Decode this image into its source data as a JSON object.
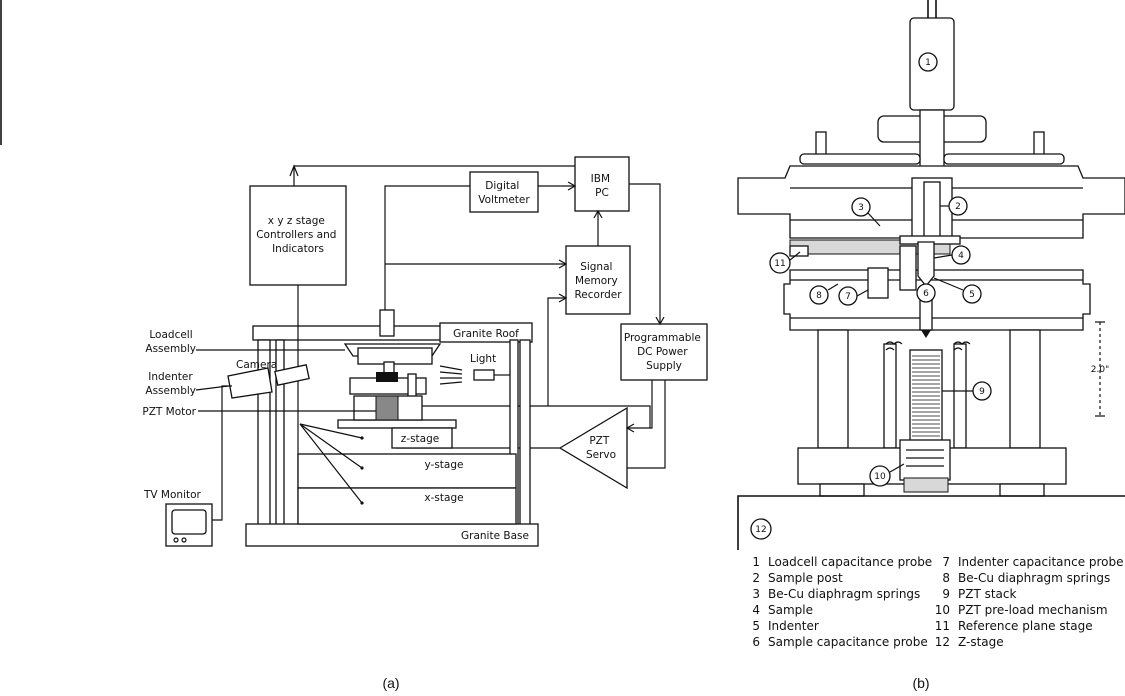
{
  "panel_a": {
    "caption": "(a)",
    "xyz_controller": [
      "x y z stage",
      "Controllers and",
      "Indicators"
    ],
    "digital_voltmeter": [
      "Digital",
      "Voltmeter"
    ],
    "ibm_pc": [
      "IBM",
      "PC"
    ],
    "signal_memory_recorder": [
      "Signal",
      "Memory",
      "Recorder"
    ],
    "programmable_power_supply": [
      "Programmable",
      "DC Power",
      "Supply"
    ],
    "pzt_servo": [
      "PZT",
      "Servo"
    ],
    "granite_roof": "Granite Roof",
    "granite_base": "Granite Base",
    "loadcell_assembly": [
      "Loadcell",
      "Assembly"
    ],
    "camera": "Camera",
    "indenter_assembly": [
      "Indenter",
      "Assembly"
    ],
    "pzt_motor": "PZT Motor",
    "light": "Light",
    "z_stage": "z-stage",
    "y_stage": "y-stage",
    "x_stage": "x-stage",
    "tv_monitor": "TV Monitor"
  },
  "panel_b": {
    "caption": "(b)",
    "dimension": "2.0\"",
    "legend_left": [
      {
        "num": "1",
        "text": "Loadcell capacitance probe"
      },
      {
        "num": "2",
        "text": "Sample post"
      },
      {
        "num": "3",
        "text": "Be-Cu diaphragm springs"
      },
      {
        "num": "4",
        "text": "Sample"
      },
      {
        "num": "5",
        "text": "Indenter"
      },
      {
        "num": "6",
        "text": "Sample capacitance probe"
      }
    ],
    "legend_right": [
      {
        "num": "7",
        "text": "Indenter capacitance probe"
      },
      {
        "num": "8",
        "text": "Be-Cu diaphragm springs"
      },
      {
        "num": "9",
        "text": "PZT stack"
      },
      {
        "num": "10",
        "text": "PZT pre-load mechanism"
      },
      {
        "num": "11",
        "text": "Reference plane stage"
      },
      {
        "num": "12",
        "text": "Z-stage"
      }
    ],
    "callouts": [
      "1",
      "2",
      "3",
      "4",
      "5",
      "6",
      "7",
      "8",
      "9",
      "10",
      "11",
      "12"
    ]
  }
}
